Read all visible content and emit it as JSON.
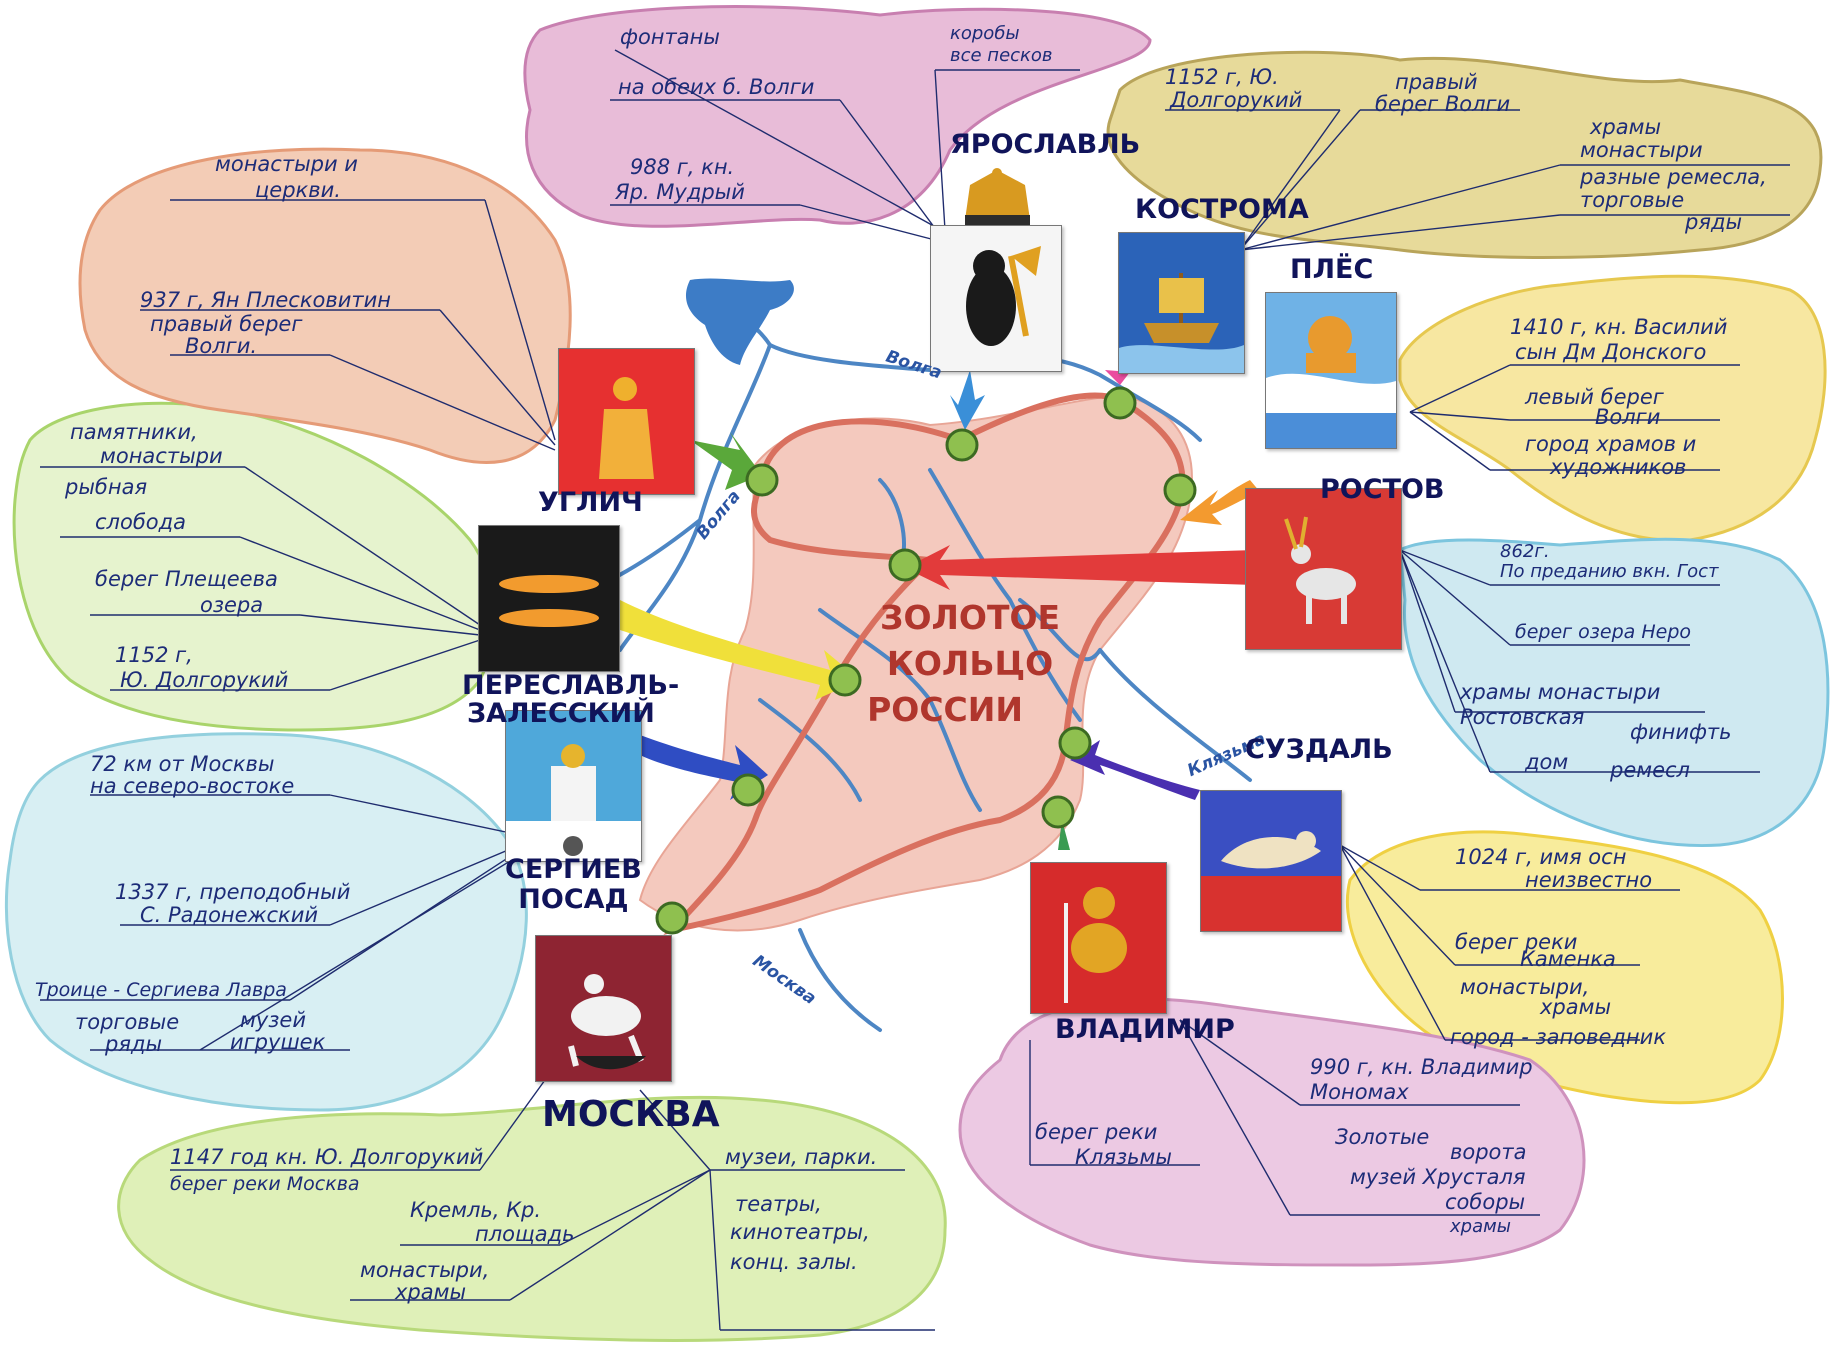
{
  "center_title": [
    "ЗОЛОТОЕ",
    "КОЛЬЦО",
    "РОССИИ"
  ],
  "rivers": {
    "volga_1": "Волга",
    "volga_2": "Волга",
    "klyazma": "Клязьма",
    "moskva": "Москва"
  },
  "cities": {
    "yaroslavl": {
      "name": "ЯРОСЛАВЛЬ",
      "notes": [
        "фонтаны",
        "коробы",
        "все песков",
        "на обеих б. Волги",
        "988 г, кн.",
        "Яр. Мудрый"
      ]
    },
    "kostroma": {
      "name": "КОСТРОМА",
      "notes": [
        "1152 г, Ю.",
        "Долгорукий",
        "правый",
        "берег Волги",
        "храмы",
        "монастыри",
        "разные ремесла,",
        "торговые",
        "ряды"
      ]
    },
    "ples": {
      "name": "ПЛЁС",
      "notes": [
        "1410 г, кн. Василий",
        "сын Дм Донского",
        "левый берег",
        "Волги",
        "город храмов и",
        "художников"
      ]
    },
    "rostov": {
      "name": "РОСТОВ",
      "notes": [
        "862г.",
        "По преданию вкн. Гост",
        "берег озера Неро",
        "храмы монастыри",
        "Ростовская",
        "финифть",
        "дом",
        "ремесл"
      ]
    },
    "suzdal": {
      "name": "СУЗДАЛЬ",
      "notes": [
        "1024 г, имя осн",
        "неизвестно",
        "берег реки",
        "Каменка",
        "монастыри,",
        "храмы",
        "город - заповедник"
      ]
    },
    "vladimir": {
      "name": "ВЛАДИМИР",
      "notes": [
        "990 г, кн. Владимир",
        "Мономах",
        "берег реки",
        "Клязьмы",
        "Золотые",
        "ворота",
        "музей Хрусталя",
        "соборы",
        "храмы"
      ]
    },
    "moscow": {
      "name": "МОСКВА",
      "notes": [
        "1147 год кн. Ю. Долгорукий",
        "берег реки Москва",
        "Кремль, Кр.",
        "площадь",
        "монастыри,",
        "храмы",
        "музеи, парки.",
        "театры,",
        "кинотеатры,",
        "конц. залы."
      ]
    },
    "sergiev_posad": {
      "name": [
        "СЕРГИЕВ",
        "ПОСАД"
      ],
      "notes": [
        "72 км от Москвы",
        "на северо-востоке",
        "1337 г, преподобный",
        "С. Радонежский",
        "Троице - Сергиева Лавра",
        "торговые",
        "ряды",
        "музей",
        "игрушек"
      ]
    },
    "pereslavl": {
      "name": [
        "ПЕРЕСЛАВЛЬ-",
        "ЗАЛЕССКИЙ"
      ],
      "notes": [
        "памятники,",
        "монастыри",
        "рыбная",
        "слобода",
        "берег Плещеева",
        "озера",
        "1152 г,",
        "Ю. Долгорукий"
      ]
    },
    "uglich": {
      "name": "УГЛИЧ",
      "notes": [
        "монастыри и",
        "церкви.",
        "937 г, Ян Плесковитин",
        "правый берег",
        "Волги."
      ]
    }
  },
  "colors": {
    "route": "#d9705f",
    "region_fill": "#f3c1b6",
    "river": "#4d86c4",
    "bubble_pink": "#d890b8",
    "bubble_orange": "#e8a27c",
    "bubble_yellow": "#f2d04e",
    "bubble_blue": "#8fcde3",
    "bubble_green": "#b4dc73",
    "bubble_khaki": "#c9b46b",
    "note_ink": "#1d2c78"
  }
}
